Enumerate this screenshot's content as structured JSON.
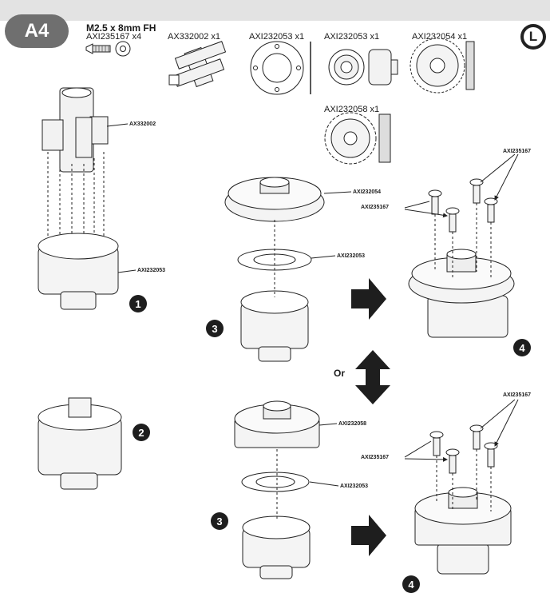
{
  "section": {
    "badge": "A4",
    "corner_badge": "L"
  },
  "hardware": {
    "title": "M2.5 x 8mm FH",
    "part": "AXI235167 x4"
  },
  "parts": [
    {
      "label": "AX332002 x1"
    },
    {
      "label": "AXI232053 x1"
    },
    {
      "label": "AXI232053 x1"
    },
    {
      "label": "AXI232054 x1"
    },
    {
      "label": "AXI232058 x1"
    }
  ],
  "callouts": {
    "outdrive": "AX332002",
    "case_1": "AXI232053",
    "ring_gear_top": "AXI232054",
    "gasket_top": "AXI232053",
    "screw_top_a": "AXI235167",
    "screw_top_b": "AXI235167",
    "spur_gear_bottom": "AXI232058",
    "gasket_bottom": "AXI232053",
    "screw_bottom_a": "AXI235167",
    "screw_bottom_b": "AXI235167"
  },
  "steps": [
    "1",
    "2",
    "3",
    "4",
    "3",
    "4"
  ],
  "or_label": "Or"
}
